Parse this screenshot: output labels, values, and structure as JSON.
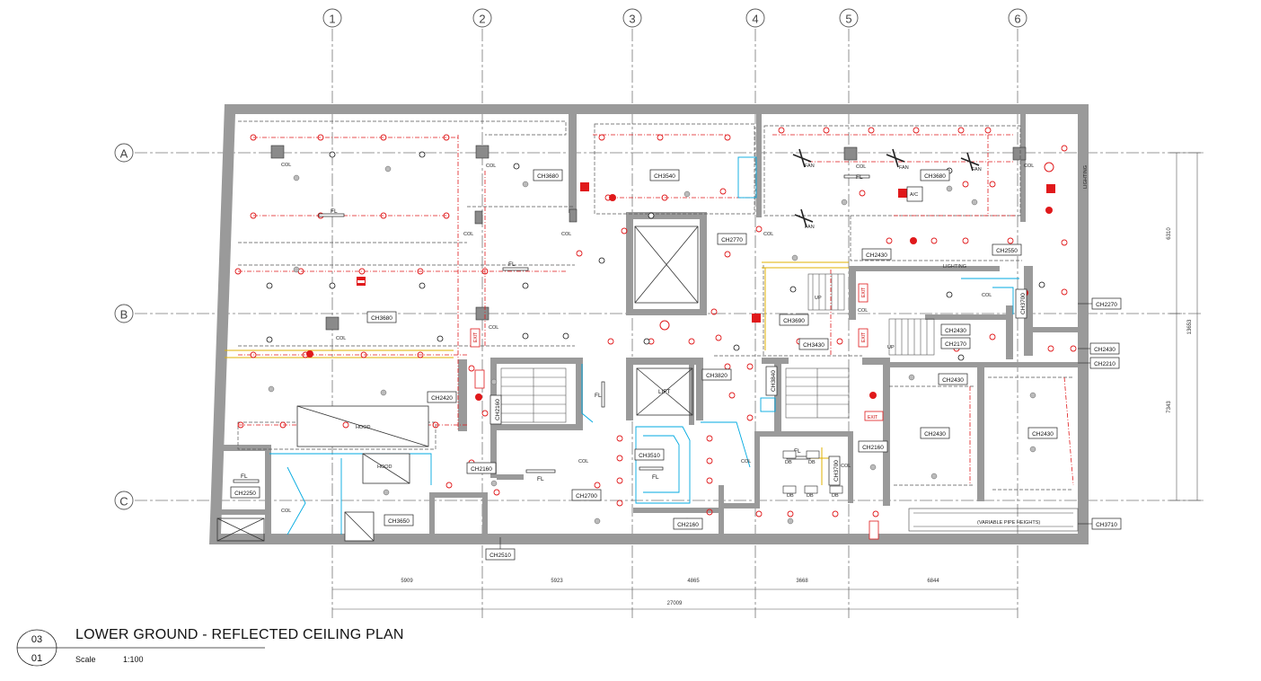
{
  "grid_columns": [
    "1",
    "2",
    "3",
    "4",
    "5",
    "6"
  ],
  "grid_rows": [
    "A",
    "B",
    "C"
  ],
  "dimensions": {
    "horizontal": [
      "5909",
      "5923",
      "4865",
      "3668",
      "6844"
    ],
    "total": "27009",
    "vertical": [
      "6310",
      "7343"
    ],
    "vertical_total": "13653"
  },
  "room_tags": {
    "ch3680_a": "CH3680",
    "ch3540": "CH3540",
    "ch3680_b": "CH3680",
    "ch2770": "CH2770",
    "ch3680_c": "CH3680",
    "ch2430_a": "CH2430",
    "ch2550": "CH2550",
    "ch2270": "CH2270",
    "ch3690": "CH3690",
    "ch3430": "CH3430",
    "ch2430_b": "CH2430",
    "ch2170": "CH2170",
    "ch2430_c": "CH2430",
    "ch2210": "CH2210",
    "ch3820": "CH3820",
    "ch2420": "CH2420",
    "ch2430_d": "CH2430",
    "ch2430_e": "CH2430",
    "ch2430_f": "CH2430",
    "ch2160_a": "CH2160",
    "ch3510": "CH3510",
    "ch2160_b": "CH2160",
    "ch2250": "CH2250",
    "ch2700": "CH2700",
    "ch3650": "CH3650",
    "ch2160_c": "CH2160",
    "ch3710": "CH3710",
    "ch2510": "CH2510",
    "ch3700": "CH3700",
    "ch3840": "CH3840",
    "ch2160_d": "CH2160",
    "ch3700b": "CH3700"
  },
  "labels": {
    "lift": "LIFT",
    "hood_a": "HOOD",
    "hood_b": "HOOD",
    "fan": "FAN",
    "fl": "FL",
    "col": "COL",
    "exit": "EXIT",
    "lighting": "LIGHTING",
    "pipes": "(VARIABLE PIPE HEIGHTS)",
    "ac": "A/C",
    "db": "DB",
    "up": "UP"
  },
  "title": {
    "sheet_top": "03",
    "sheet_bottom": "01",
    "name": "LOWER GROUND - REFLECTED CEILING PLAN",
    "scale_label": "Scale",
    "scale_value": "1:100"
  },
  "colors": {
    "wall": "#9a9a9a",
    "red": "#e0191b",
    "cyan": "#00a9e0",
    "yellow": "#e0b000"
  }
}
